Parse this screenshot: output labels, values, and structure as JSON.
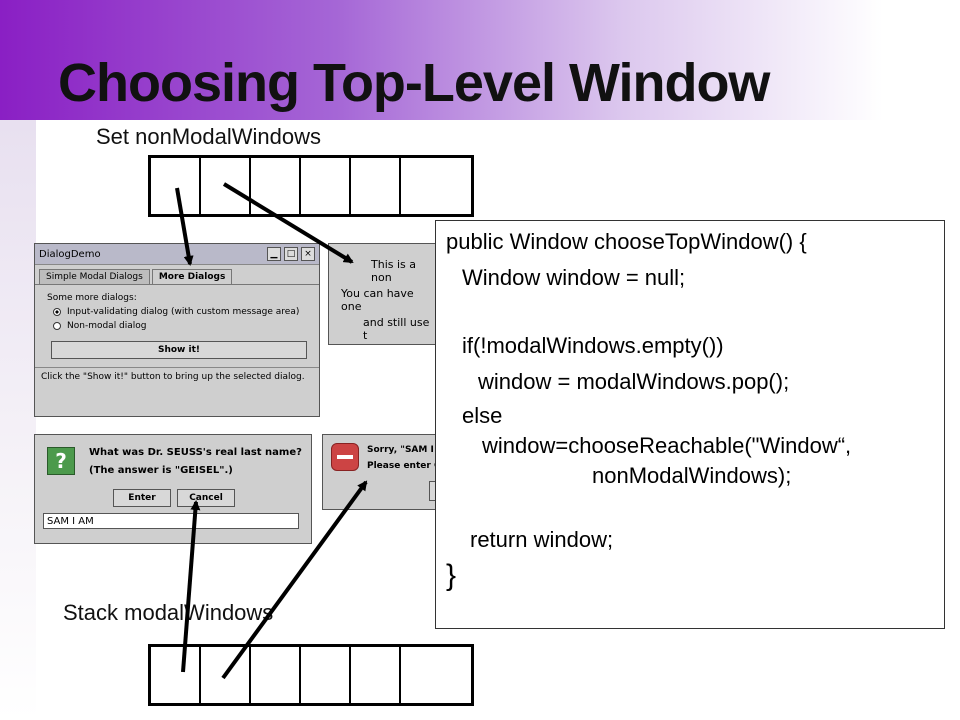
{
  "slide": {
    "title": "Choosing Top-Level Window",
    "set_label": "Set nonModalWindows",
    "stack_label": "Stack modalWindows"
  },
  "dialog_demo": {
    "title": "DialogDemo",
    "tabs": [
      "Simple Modal Dialogs",
      "More Dialogs"
    ],
    "heading": "Some more dialogs:",
    "options": [
      "Input-validating dialog (with custom message area)",
      "Non-modal dialog"
    ],
    "button": "Show it!",
    "status": "Click the \"Show it!\" button to bring up the selected dialog."
  },
  "nonmodal_msg": {
    "lines": [
      "This is a non",
      "You can have one",
      "and still use t"
    ]
  },
  "seuss_dialog": {
    "question": "What was Dr. SEUSS's real last name?",
    "hint": "(The answer is \"GEISEL\".)",
    "enter": "Enter",
    "cancel": "Cancel",
    "input_value": "SAM I AM"
  },
  "sorry_dialog": {
    "line1": "Sorry, \"SAM I A",
    "line2": "Please enter G"
  },
  "code": {
    "lines": [
      "public Window chooseTopWindow() {",
      "Window window = null;",
      "if(!modalWindows.empty())",
      "window =  modalWindows.pop();",
      "else",
      "window=chooseReachable(\"Window“,",
      "nonModalWindows);",
      "return window;",
      "}"
    ]
  },
  "colors": {
    "band_dark": "#8a1fc4",
    "band_light": "#dcc8ee"
  },
  "icons": [
    "question-icon",
    "stop-icon"
  ]
}
